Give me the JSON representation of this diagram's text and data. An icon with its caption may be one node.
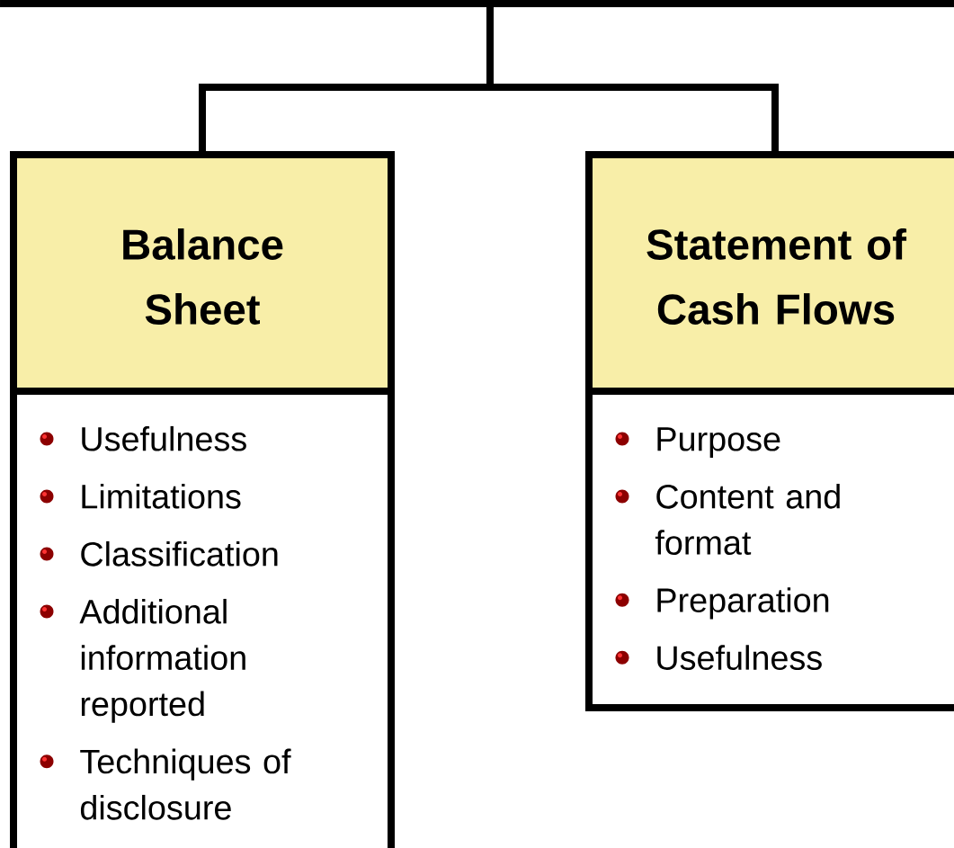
{
  "diagram": {
    "nodes": [
      {
        "text": [],
        "shape": "bar"
      },
      {
        "text": [
          "Balance Sheet",
          "Usefulness",
          "Limitations",
          "Classification",
          "Additional information reported",
          "Techniques of disclosure"
        ]
      },
      {
        "text": [
          "Statement of Cash Flows",
          "Purpose",
          "Content and format",
          "Preparation",
          "Usefulness"
        ]
      }
    ],
    "edges": [
      {
        "from": 0,
        "to": 1,
        "arrow": "none"
      },
      {
        "from": 0,
        "to": 2,
        "arrow": "none"
      }
    ]
  }
}
